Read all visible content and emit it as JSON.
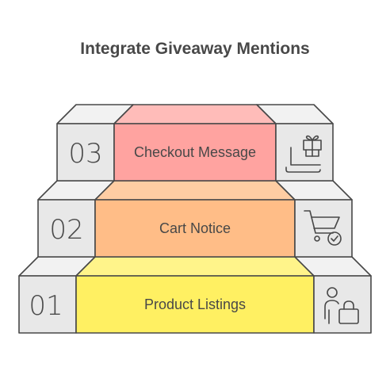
{
  "title": "Integrate Giveaway Mentions",
  "colors": {
    "side_face": "#e8e8e8",
    "side_top": "#f2f2f2",
    "outline": "#484848",
    "level_1_front": "#fff062",
    "level_1_top": "#fff48a",
    "level_2_front": "#ffbd87",
    "level_2_top": "#ffcda3",
    "level_3_front": "#ffa3a0",
    "level_3_top": "#ffbcb9"
  },
  "steps": [
    {
      "number": "01",
      "label": "Product Listings",
      "icon": "person-shopping-bag-icon"
    },
    {
      "number": "02",
      "label": "Cart Notice",
      "icon": "shopping-cart-check-icon"
    },
    {
      "number": "03",
      "label": "Checkout Message",
      "icon": "laptop-gift-icon"
    }
  ]
}
